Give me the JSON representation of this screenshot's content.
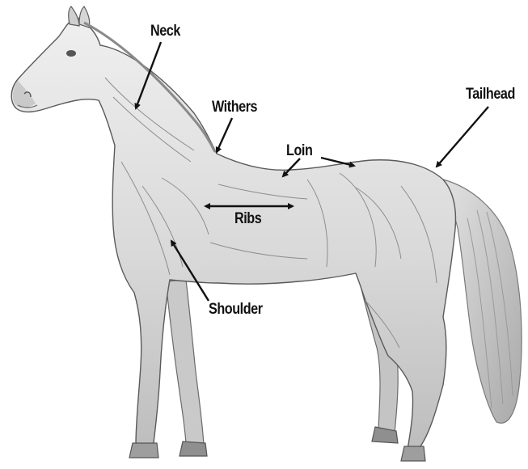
{
  "diagram": {
    "labels": {
      "neck": "Neck",
      "withers": "Withers",
      "loin": "Loin",
      "tailhead": "Tailhead",
      "ribs": "Ribs",
      "shoulder": "Shoulder"
    }
  },
  "colors": {
    "background": "#ffffff",
    "horse_fill": "#dedede",
    "horse_shade": "#b8b8b8",
    "outline": "#555555",
    "arrow": "#111111",
    "label_text": "#111111"
  }
}
